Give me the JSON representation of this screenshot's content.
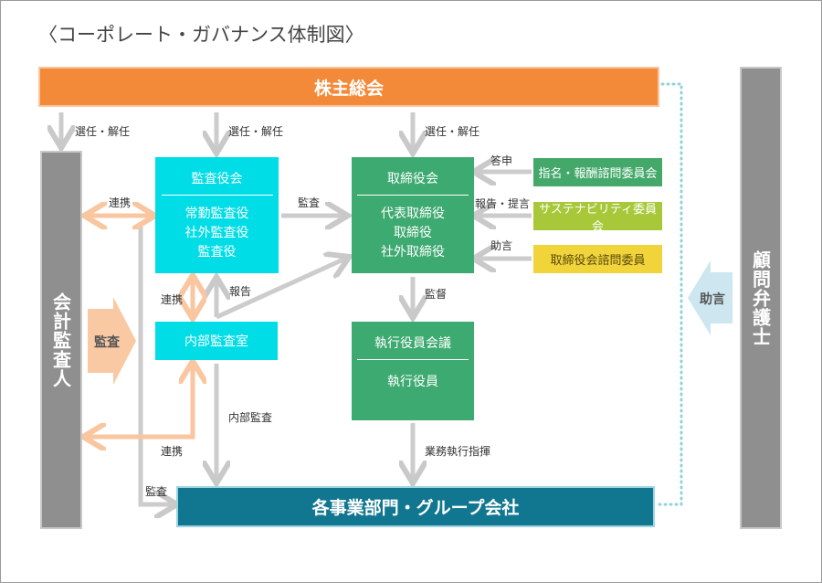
{
  "title": "〈コーポレート・ガバナンス体制図〉",
  "shareholders": "株主総会",
  "auditor_external": "会計監査人",
  "legal_counsel": "顧問弁護士",
  "audit_board": {
    "title": "監査役会",
    "members": [
      "常勤監査役",
      "社外監査役",
      "監査役"
    ]
  },
  "board": {
    "title": "取締役会",
    "members": [
      "代表取締役",
      "取締役",
      "社外取締役"
    ]
  },
  "internal_audit": "内部監査室",
  "exec_meeting": {
    "title": "執行役員会議",
    "members": [
      "執行役員"
    ]
  },
  "divisions": "各事業部門・グループ会社",
  "committees": [
    "指名・報酬諮問委員会",
    "サステナビリティ委員会",
    "取締役会諮問委員"
  ],
  "labels": {
    "elect1": "選任・解任",
    "elect2": "選任・解任",
    "elect3": "選任・解任",
    "link1": "連携",
    "link2": "連携",
    "link3": "連携",
    "audit_to_board": "監査",
    "report": "報告",
    "report_propose": "報告・提言",
    "answer": "答申",
    "advice_committee": "助言",
    "supervise": "監督",
    "internal_audit_label": "内部監査",
    "exec_direction": "業務執行指揮",
    "audit_bottom": "監査",
    "audit_left": "監査",
    "advice_right": "助言"
  },
  "colors": {
    "orange": "#f28a3a",
    "cyan": "#00dde6",
    "green": "#3daa71",
    "teal": "#11768f",
    "gray": "#8f8f8f",
    "committee_green": "#43a86a",
    "committee_lime": "#a8c83a",
    "committee_yellow": "#f1d43a",
    "peach": "#f9c9a3",
    "light_blue": "#cde6f0",
    "arrow_gray": "#cccccc"
  }
}
